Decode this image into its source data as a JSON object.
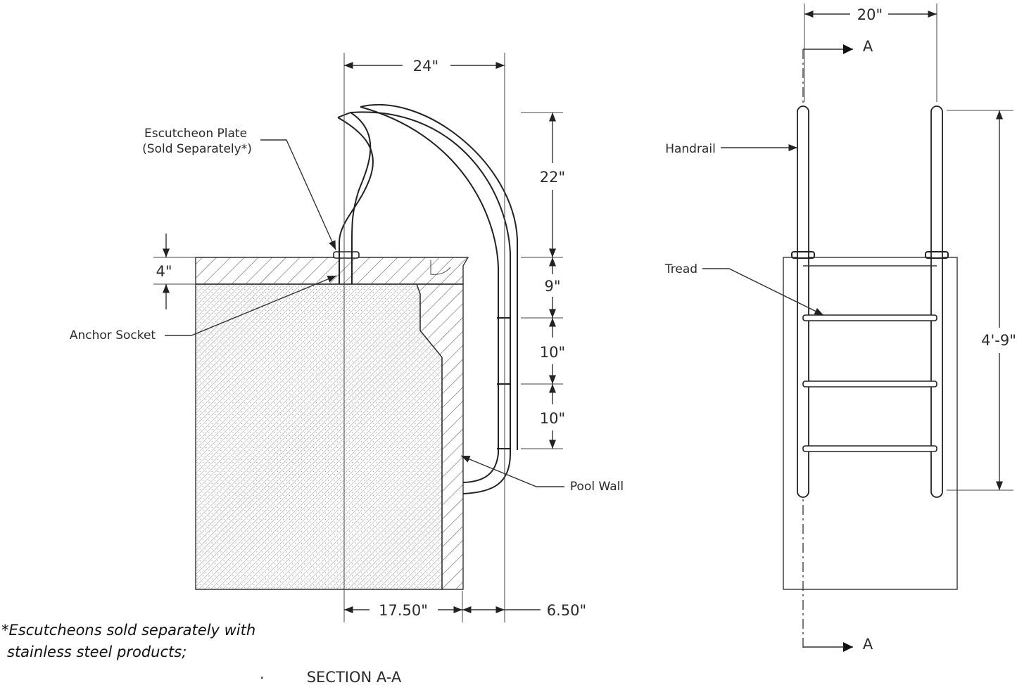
{
  "side_view": {
    "dimensions": {
      "width_top": "24\"",
      "rail_height": "22\"",
      "deck_thickness": "4\"",
      "first_step": "9\"",
      "step_2": "10\"",
      "step_3": "10\"",
      "deck_offset": "17.50\"",
      "wall_offset": "6.50\""
    },
    "labels": {
      "escutcheon_line1": "Escutcheon Plate",
      "escutcheon_line2": "(Sold Separately*)",
      "anchor_socket": "Anchor Socket",
      "pool_wall": "Pool Wall"
    }
  },
  "front_view": {
    "dimensions": {
      "width": "20\"",
      "overall_height": "4'-9\""
    },
    "labels": {
      "handrail": "Handrail",
      "tread": "Tread",
      "section_marker_top": "A",
      "section_marker_bottom": "A"
    }
  },
  "footnote": {
    "line1": "*Escutcheons sold separately with",
    "line2": "stainless steel products;"
  },
  "caption": {
    "dot": ".",
    "title": "SECTION A-A"
  }
}
